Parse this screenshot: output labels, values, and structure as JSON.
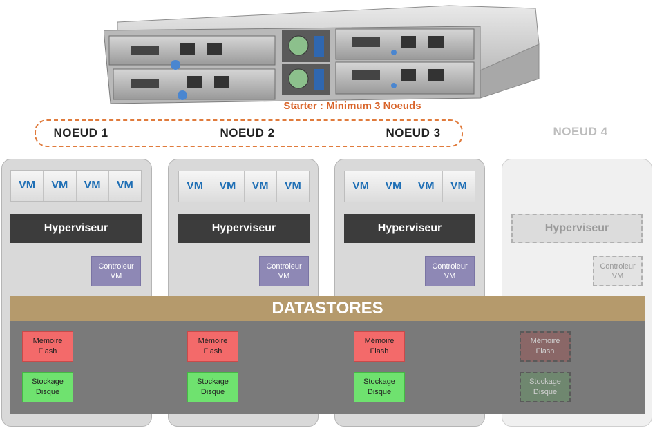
{
  "starter_label": "Starter : Minimum 3 Noeuds",
  "datastores_label": "DATASTORES",
  "vm_label": "VM",
  "hyperviseur_label": "Hyperviseur",
  "controleur_line1": "Controleur",
  "controleur_line2": "VM",
  "memoire_line1": "Mémoire",
  "memoire_line2": "Flash",
  "stockage_line1": "Stockage",
  "stockage_line2": "Disque",
  "nodes": [
    {
      "title": "NOEUD 1",
      "optional": false
    },
    {
      "title": "NOEUD 2",
      "optional": false
    },
    {
      "title": "NOEUD 3",
      "optional": false
    },
    {
      "title": "NOEUD 4",
      "optional": true
    }
  ],
  "colors": {
    "starter_accent": "#d9652b",
    "datastores": "#b59a6c",
    "hyperviseur": "#3c3c3c",
    "controleur": "#8e88b5",
    "memoire_flash": "#f36a6a",
    "stockage_disque": "#6fe26f",
    "vm_text": "#1f6fb5"
  }
}
